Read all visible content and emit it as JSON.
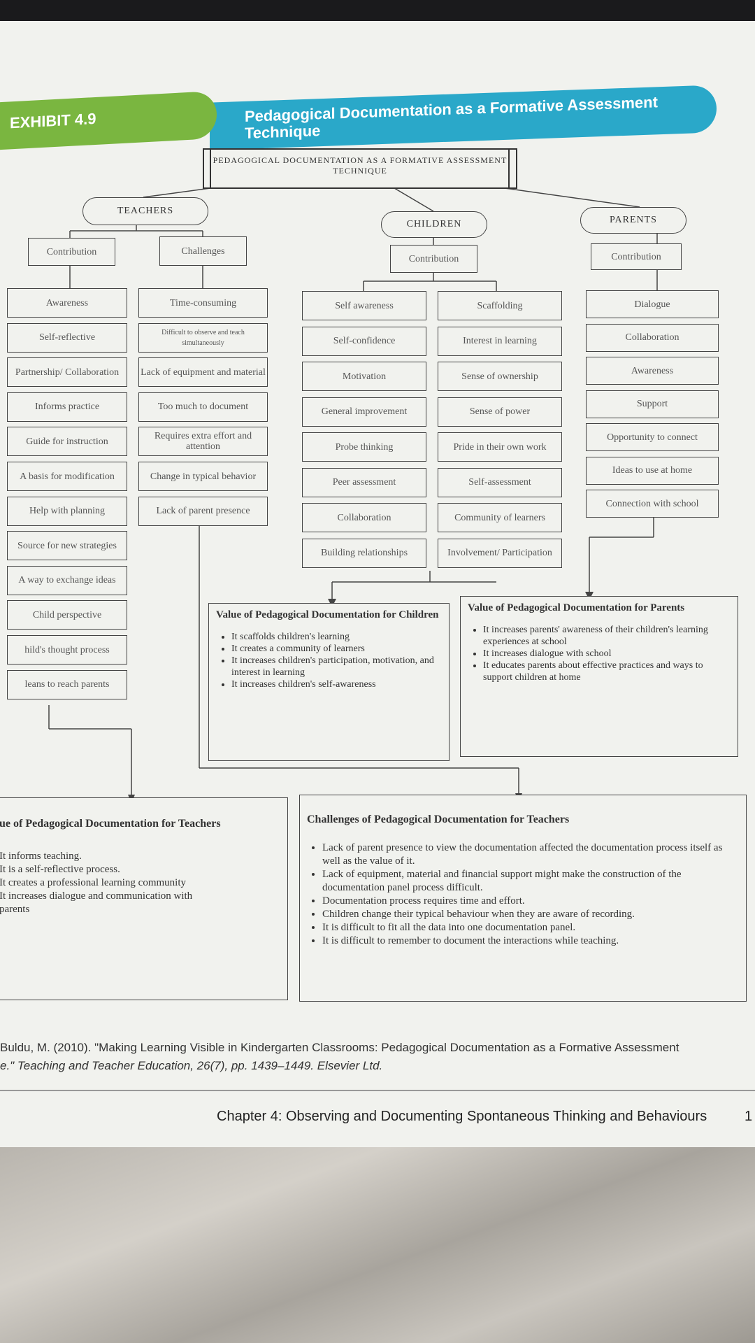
{
  "header": {
    "exhibit": "EXHIBIT 4.9",
    "title": "Pedagogical Documentation as a Formative Assessment Technique"
  },
  "top_box": "PEDAGOGICAL DOCUMENTATION AS A FORMATIVE ASSESSMENT TECHNIQUE",
  "groups": {
    "teachers": "TEACHERS",
    "children": "CHILDREN",
    "parents": "PARENTS"
  },
  "subgroups": {
    "teachers_contribution": "Contribution",
    "teachers_challenges": "Challenges",
    "children_contribution": "Contribution",
    "parents_contribution": "Contribution"
  },
  "teachers_contribution": [
    "Awareness",
    "Self-reflective",
    "Partnership/ Collaboration",
    "Informs practice",
    "Guide for instruction",
    "A basis for modification",
    "Help with planning",
    "Source for new strategies",
    "A way to exchange ideas",
    "Child perspective",
    "hild's thought process",
    "leans to reach parents"
  ],
  "teachers_challenges": [
    "Time-consuming",
    "Difficult to observe and teach simultaneously",
    "Lack of equipment and material",
    "Too much to document",
    "Requires extra effort and attention",
    "Change in typical behavior",
    "Lack of parent presence"
  ],
  "children_col1": [
    "Self awareness",
    "Self-confidence",
    "Motivation",
    "General improvement",
    "Probe thinking",
    "Peer assessment",
    "Collaboration",
    "Building relationships"
  ],
  "children_col2": [
    "Scaffolding",
    "Interest in learning",
    "Sense of ownership",
    "Sense of power",
    "Pride in their own work",
    "Self-assessment",
    "Community of learners",
    "Involvement/ Participation"
  ],
  "parents_contribution": [
    "Dialogue",
    "Collaboration",
    "Awareness",
    "Support",
    "Opportunity to connect",
    "Ideas to use at home",
    "Connection with school"
  ],
  "value_children": {
    "title": "Value of Pedagogical Documentation for Children",
    "items": [
      "It scaffolds children's learning",
      "It creates a community of learners",
      "It increases children's participation, motivation, and interest in learning",
      "It increases children's self-awareness"
    ]
  },
  "value_parents": {
    "title": "Value of Pedagogical Documentation for Parents",
    "items": [
      "It increases parents' awareness of their children's learning experiences at school",
      "It increases dialogue with school",
      "It educates parents about effective practices and ways to support children at home"
    ]
  },
  "value_teachers": {
    "title": "ue of Pedagogical Documentation for Teachers",
    "lines": [
      "It informs teaching.",
      "It is a self-reflective process.",
      "It creates a professional learning community",
      "It increases dialogue and communication with",
      "parents"
    ]
  },
  "challenges_teachers": {
    "title": "Challenges of Pedagogical Documentation for Teachers",
    "items": [
      "Lack of parent presence to view the documentation affected the documentation process itself as well as the value of it.",
      "Lack of equipment, material and financial support might make the construction of the documentation panel process difficult.",
      "Documentation process requires time and effort.",
      "Children change their typical behaviour when they are aware of recording.",
      "It is difficult to fit all the data into one documentation panel.",
      "It is difficult to remember to document the interactions while teaching."
    ]
  },
  "citation": {
    "line1": "Buldu, M. (2010). \"Making Learning Visible in Kindergarten Classrooms: Pedagogical Documentation as a Formative Assessment",
    "line2": "e.\" Teaching and Teacher Education, 26(7), pp. 1439–1449. Elsevier Ltd."
  },
  "footer": {
    "chapter": "Chapter 4: Observing and Documenting Spontaneous Thinking and Behaviours",
    "page": "1"
  }
}
